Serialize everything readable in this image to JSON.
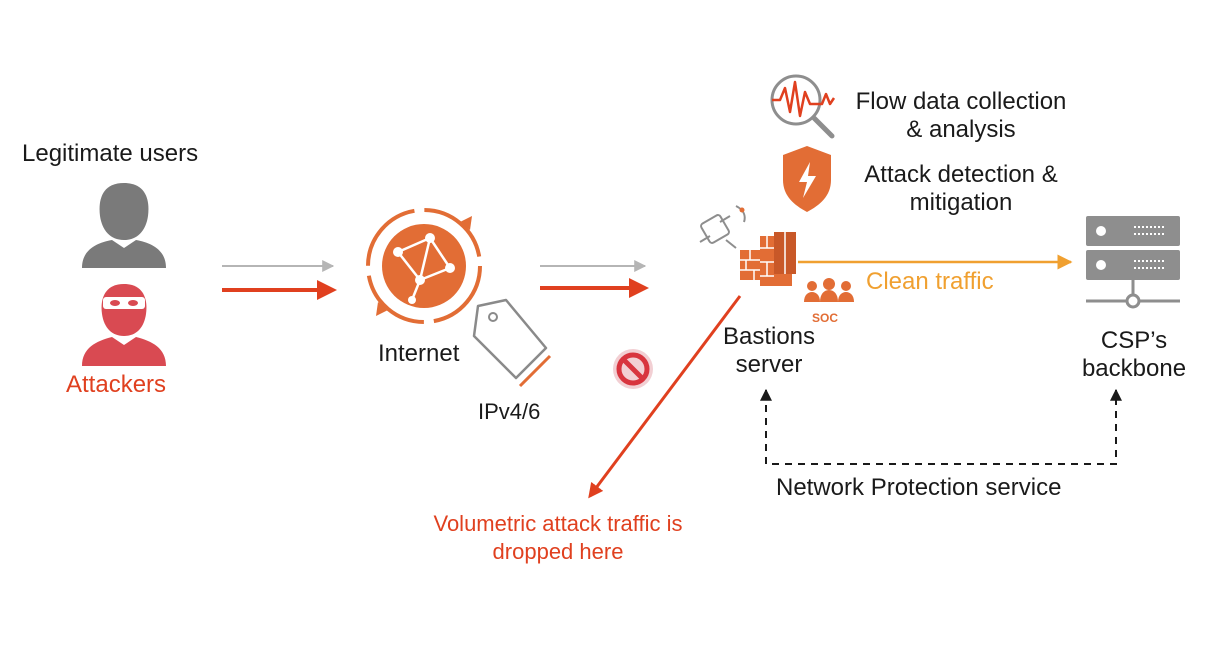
{
  "labels": {
    "legitimate_users": "Legitimate users",
    "attackers": "Attackers",
    "internet": "Internet",
    "ip_version": "IPv4/6",
    "flow_data": [
      "Flow data collection",
      "& analysis"
    ],
    "attack_detection": [
      "Attack detection &",
      "mitigation"
    ],
    "bastions_server": [
      "Bastions",
      "server"
    ],
    "soc": "SOC",
    "clean_traffic": "Clean traffic",
    "csp_backbone": [
      "CSP’s",
      "backbone"
    ],
    "network_protection": "Network Protection service",
    "volumetric_attack": [
      "Volumetric attack traffic is",
      "dropped here"
    ]
  },
  "colors": {
    "attack_red": "#e0401f",
    "clean_orange": "#f0a030",
    "icon_orange": "#e26d35",
    "user_gray": "#7a7a7a",
    "server_gray": "#8e8e8e",
    "text": "#1a1a1a"
  },
  "icons": {
    "user": "person-icon",
    "attacker": "masked-attacker-icon",
    "internet": "globe-icon",
    "tag": "price-tag-icon",
    "blocked": "prohibited-icon",
    "flow": "magnifier-waveform-icon",
    "shield": "shield-lightning-icon",
    "satellite": "satellite-icon",
    "firewall": "firewall-icon",
    "soc": "team-icon",
    "server": "server-rack-icon"
  }
}
